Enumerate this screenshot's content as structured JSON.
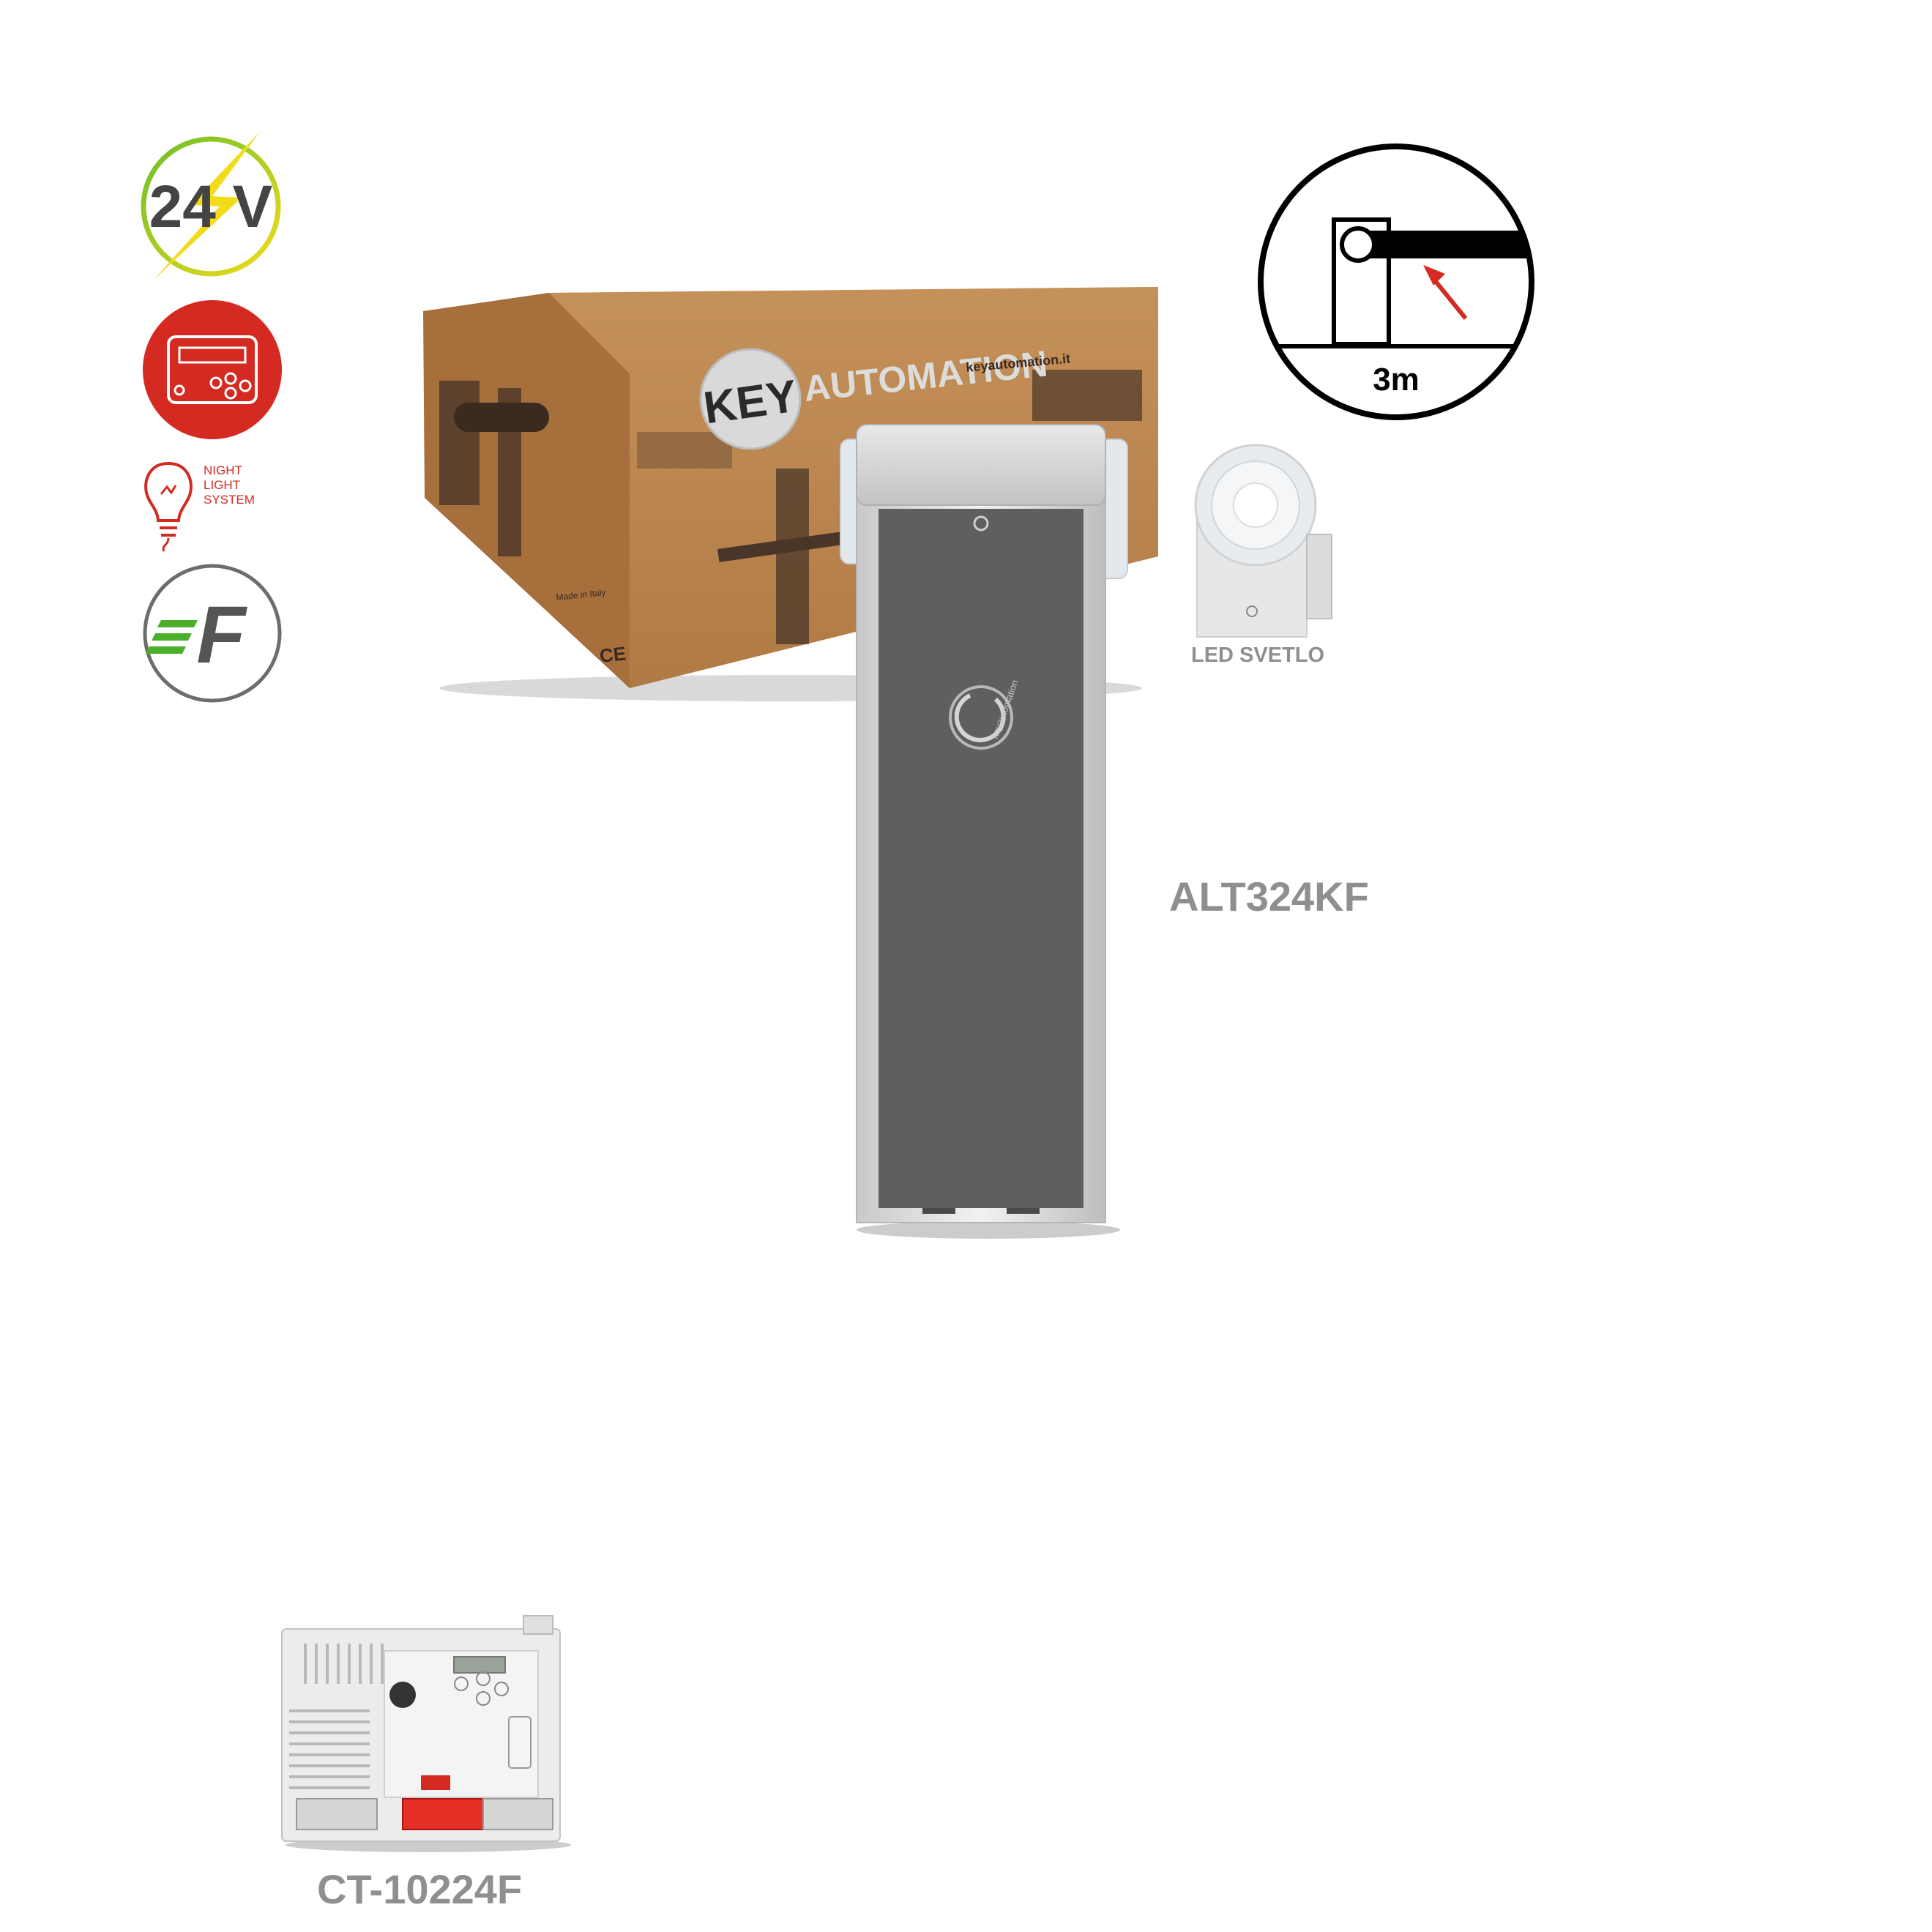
{
  "badges": {
    "voltage_text": "24 V",
    "night_light_lines": [
      "NIGHT",
      "LIGHT",
      "SYSTEM"
    ],
    "fast_letter": "F"
  },
  "box": {
    "brand_key": "KEY",
    "brand_automation": "AUTOMATION",
    "website": "keyautomation.it",
    "ce_mark": "CE",
    "made_in": "Made in Italy"
  },
  "products": {
    "barrier_name": "ALT324KF",
    "barrier_logo": "keyautomation",
    "light_name": "LED SVETLO",
    "controller_name": "CT-10224F"
  },
  "boom_diagram": {
    "length_label": "3m"
  },
  "colors": {
    "accent_red": "#d42a22",
    "badge_green": "#6cbf2a",
    "badge_yellow": "#f2dc1a",
    "label_grey": "#8f8f8f",
    "cardboard": "#c08a53"
  }
}
